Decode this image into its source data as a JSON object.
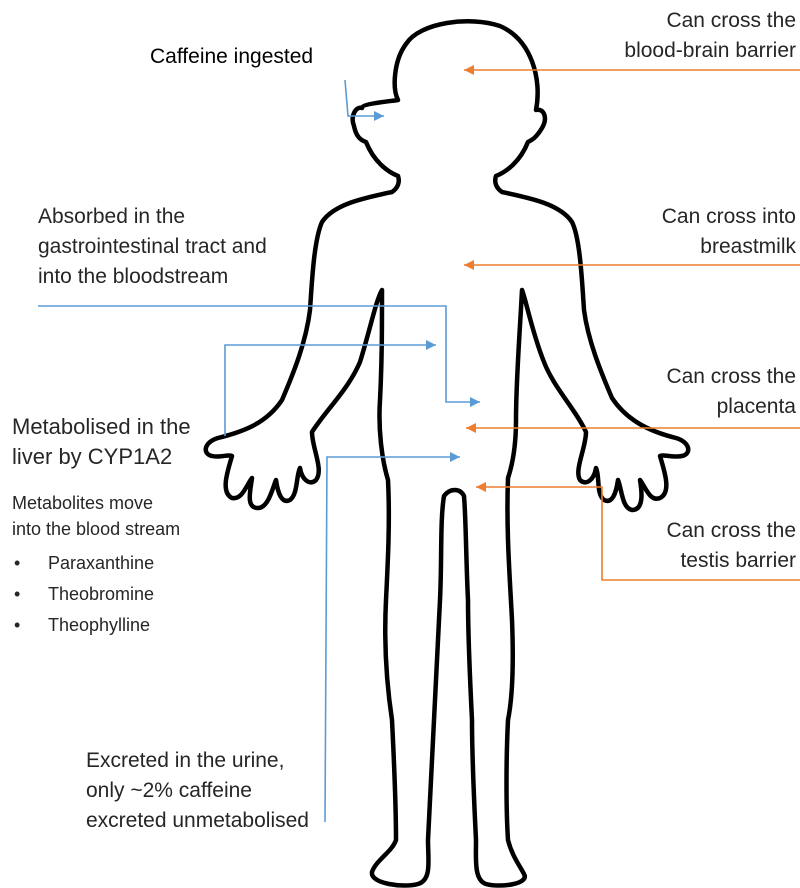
{
  "colors": {
    "inbound_arrow": "#5b9bd5",
    "crossing_arrow": "#ed7d31",
    "outline": "#000000",
    "text": "#262626"
  },
  "labels": {
    "caffeine_ingested": "Caffeine ingested",
    "absorbed": [
      "Absorbed in the",
      "gastrointestinal tract and",
      "into the bloodstream"
    ],
    "metabolised": [
      "Metabolised in the",
      "liver by CYP1A2"
    ],
    "metabolites_intro": [
      "Metabolites move",
      "into the blood stream"
    ],
    "metabolites": [
      "Paraxanthine",
      "Theobromine",
      "Theophylline"
    ],
    "excreted": [
      "Excreted in the urine,",
      "only ~2% caffeine",
      "excreted unmetabolised"
    ],
    "blood_brain": [
      "Can cross the",
      "blood-brain barrier"
    ],
    "breastmilk": [
      "Can cross into",
      "breastmilk"
    ],
    "placenta": [
      "Can cross the",
      "placenta"
    ],
    "testis": [
      "Can cross the",
      "testis barrier"
    ]
  }
}
